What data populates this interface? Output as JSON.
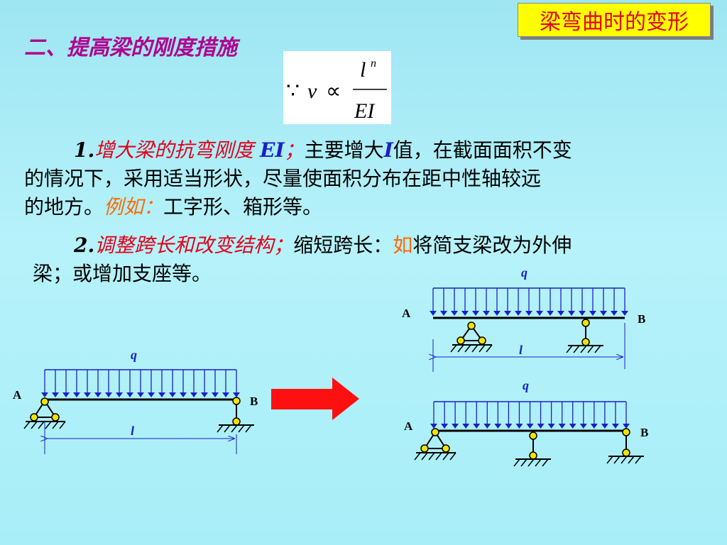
{
  "tag": {
    "label": "梁弯曲时的变形"
  },
  "heading": {
    "text": "二、提高梁的刚度措施"
  },
  "formula": {
    "because": "∵",
    "v": "v",
    "prop": "∝",
    "l": "l",
    "n": "n",
    "EI": "EI"
  },
  "p1": {
    "num": "1.",
    "title": "增大梁的抗弯刚度",
    "ei": "EI",
    "colon": "；",
    "text_a": "主要增大",
    "i": "I",
    "text_b": "值，在截面面积不变",
    "line2": "的情况下，采用适当形状，尽量使面积分布在距中性轴较远",
    "line3_a": "的地方。",
    "example": "例如：",
    "line3_b": "工字形、箱形等。"
  },
  "p2": {
    "num": "2.",
    "title": "调整跨长和改变结构；",
    "text_a": "缩短跨长：",
    "ru": "如",
    "text_b": "将简支梁改为外伸",
    "line2": "梁；或增加支座等。"
  },
  "diagrams": {
    "load": "q",
    "span": "l",
    "support_a": "A",
    "support_b": "B"
  },
  "colors": {
    "beam_line": "#000000",
    "load_arrow": "#1a20c8",
    "hinge": "#f5e000",
    "arrow": "#ff1010"
  }
}
